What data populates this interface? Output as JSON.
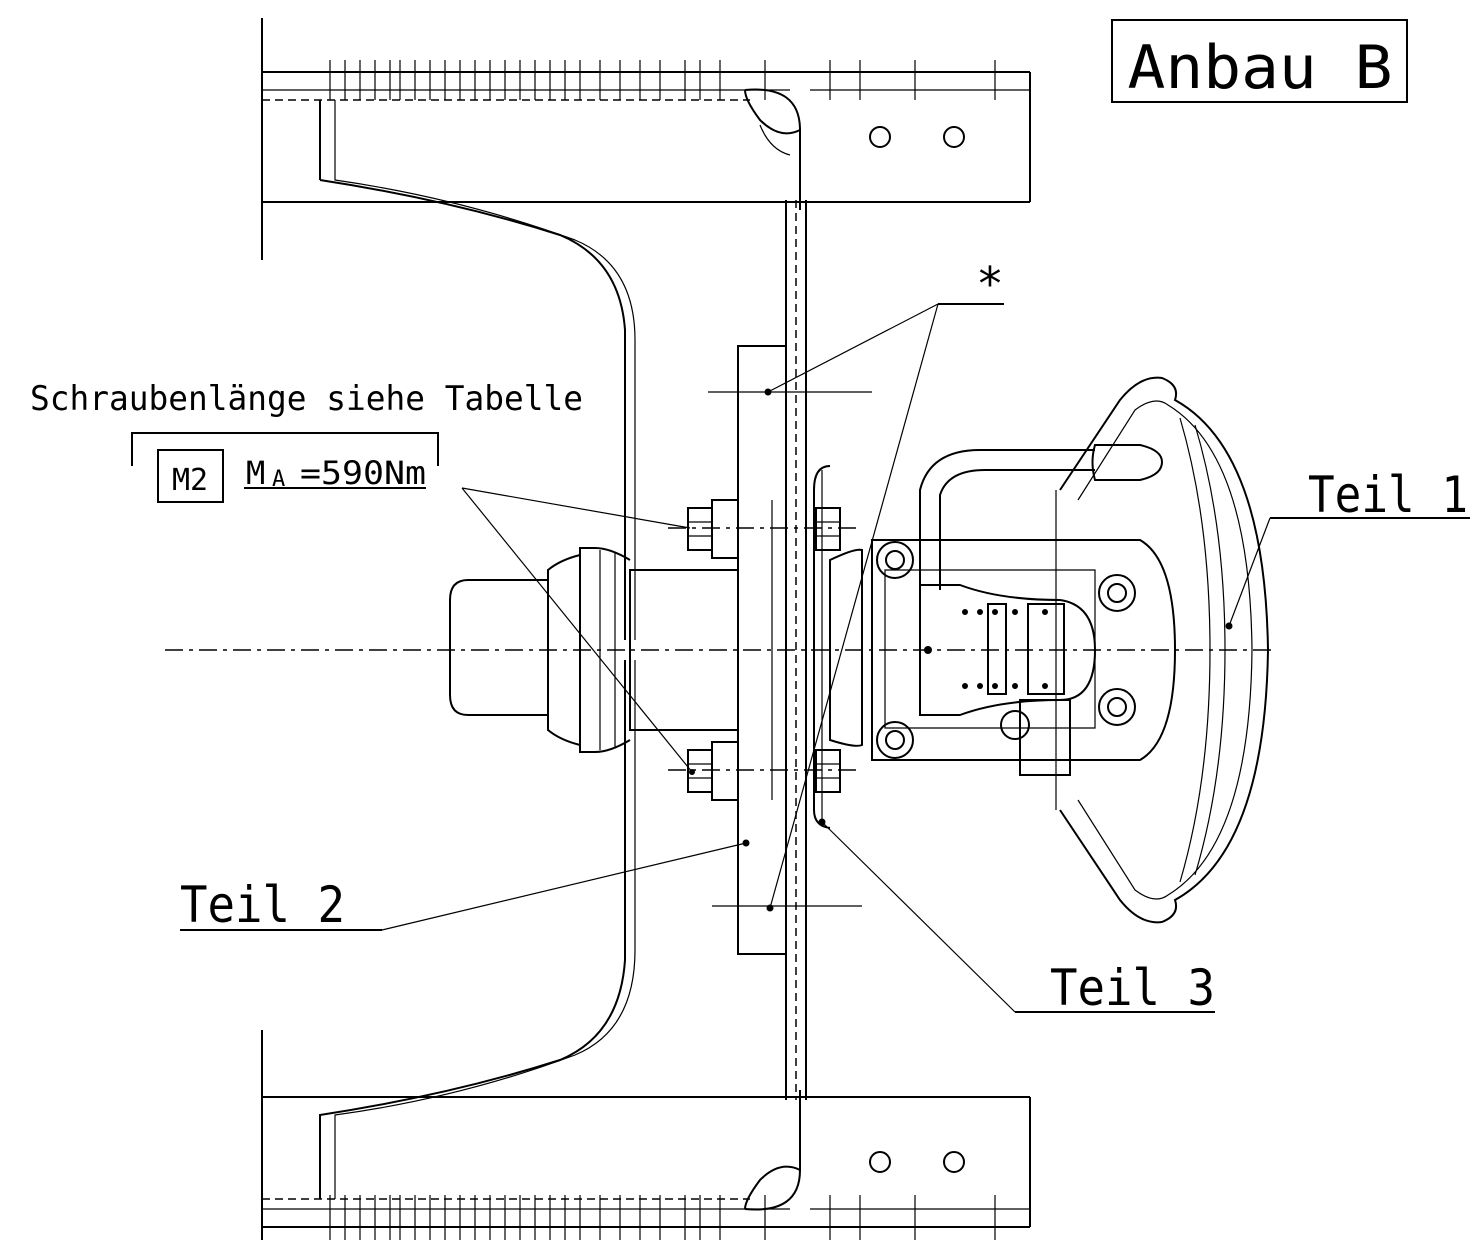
{
  "title": "Anbau B",
  "note": "Schraubenlänge siehe Tabelle",
  "bolt_callout": {
    "symbol": "M2",
    "torque_label": "M",
    "torque_subscript": "A",
    "torque_value": "=590Nm"
  },
  "asterisk": "*",
  "parts": {
    "part1": "Teil 1",
    "part2": "Teil 2",
    "part3": "Teil 3"
  }
}
